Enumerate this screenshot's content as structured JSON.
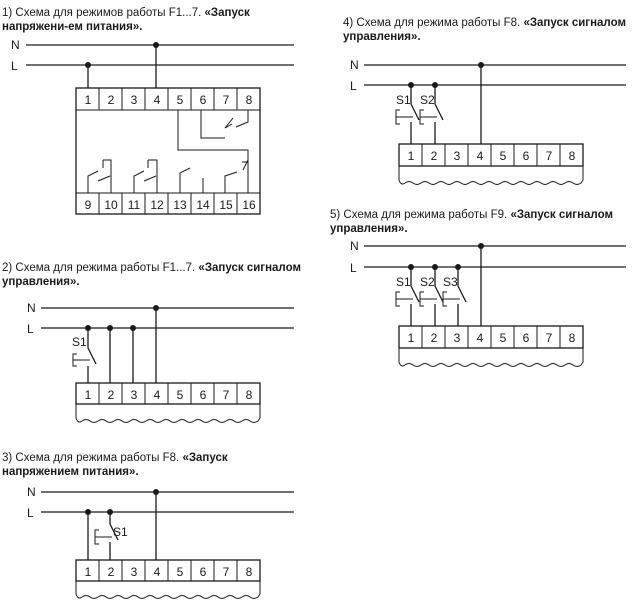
{
  "captions": [
    {
      "prefix": "1) Схема для режимов работы F1...7.",
      "bold": "«Запуск напряжени-ем питания»."
    },
    {
      "prefix": "2) Схема для режима работы F1...7.",
      "bold": "«Запуск сигналом управления»."
    },
    {
      "prefix": "3) Схема для режима работы F8.",
      "bold": "«Запуск напряжением питания»."
    },
    {
      "prefix": "4) Схема для режима работы F8.",
      "bold": "«Запуск сигналом управления»."
    },
    {
      "prefix": "5) Схема для режима работы F9.",
      "bold": "«Запуск сигналом управления»."
    }
  ],
  "wires": {
    "n": "N",
    "l": "L"
  },
  "terminals_top": [
    "1",
    "2",
    "3",
    "4",
    "5",
    "6",
    "7",
    "8"
  ],
  "terminals_bottom": [
    "9",
    "10",
    "11",
    "12",
    "13",
    "14",
    "15",
    "16"
  ],
  "switches": {
    "s1": "S1",
    "s2": "S2",
    "s3": "S3"
  }
}
